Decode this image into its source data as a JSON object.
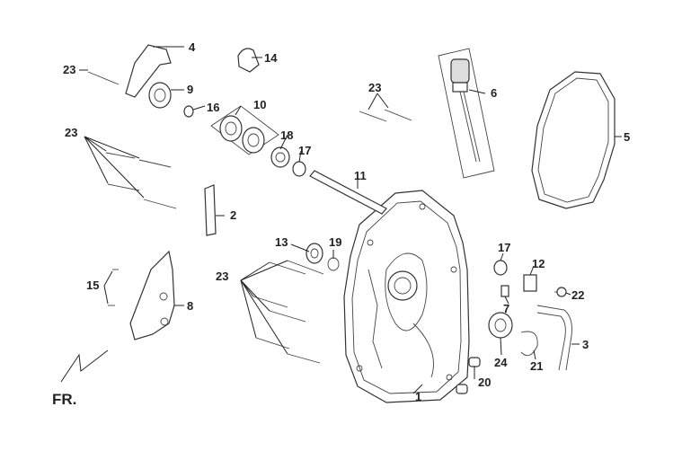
{
  "diagram": {
    "orientation_label": "FR.",
    "callouts": {
      "c1": "1",
      "c2": "2",
      "c3": "3",
      "c4": "4",
      "c5": "5",
      "c6": "6",
      "c7": "7",
      "c8": "8",
      "c9": "9",
      "c10": "10",
      "c11": "11",
      "c12": "12",
      "c13": "13",
      "c14": "14",
      "c15": "15",
      "c16": "16",
      "c17a": "17",
      "c17b": "17",
      "c18": "18",
      "c19": "19",
      "c20": "20",
      "c21": "21",
      "c22": "22",
      "c23a": "23",
      "c23b": "23",
      "c23c": "23",
      "c23d": "23",
      "c24": "24"
    }
  }
}
